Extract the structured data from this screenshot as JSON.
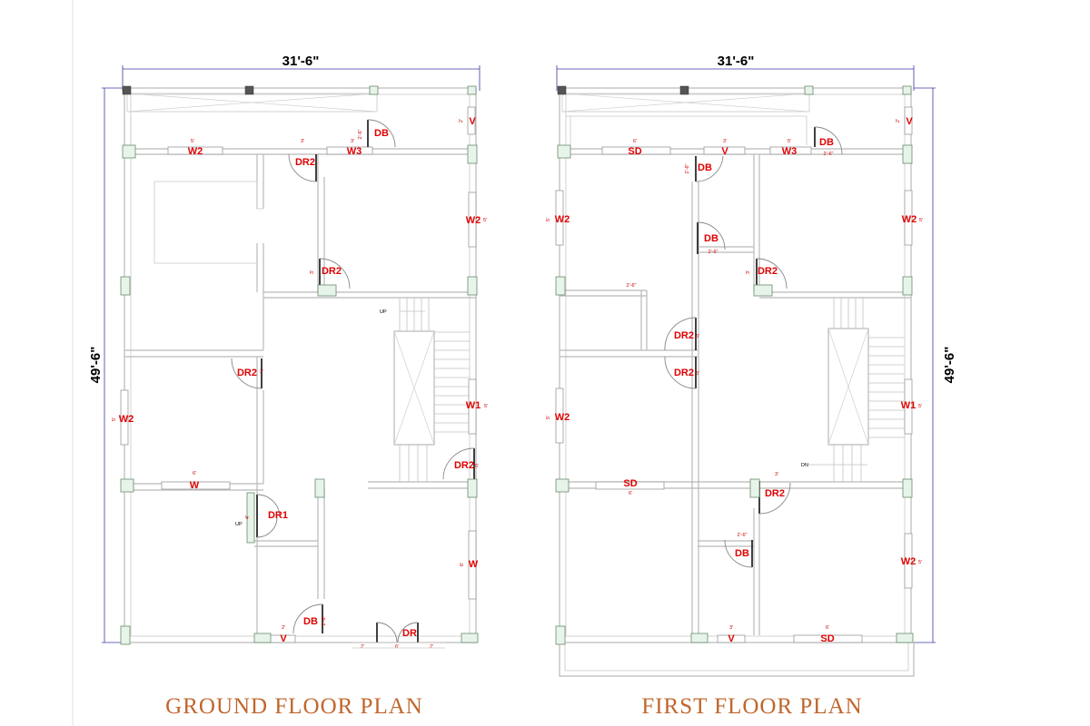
{
  "plans": {
    "ground": {
      "title": "GROUND FLOOR PLAN",
      "width_dim": "31'-6\"",
      "depth_dim": "49'-6\"",
      "labels": {
        "db_top": "DB",
        "dr2_top": "DR2",
        "w2_top": "W2",
        "w3": "W3",
        "v_top": "V",
        "w2_right": "W2",
        "dr2_mid": "DR2",
        "dr2_left": "DR2",
        "w2_left": "W2",
        "w1": "W1",
        "dr2_stair": "DR2",
        "w": "W",
        "dr1": "DR1",
        "w_right": "W",
        "db_bottom": "DB",
        "v_bottom": "V",
        "dr": "DR",
        "up1": "UP",
        "up2": "UP"
      },
      "small": {
        "s_5": "5'",
        "s_3a": "3'",
        "s_3b": "3'",
        "s_2_6": "2'-6\"",
        "s_2v": "2'",
        "s_5r": "5'",
        "s_3m": "3'",
        "s_5l": "5'",
        "s_3dl": "3'",
        "s_6w": "6'",
        "s_4": "4'",
        "s_6r": "6'",
        "s_5w1": "5'",
        "s_5dr": "5'",
        "s_2b": "2'",
        "s_2_6b": "2'-6\"",
        "s_2c": "2'",
        "s_6d": "6'",
        "s_2d": "2'"
      }
    },
    "first": {
      "title": "FIRST FLOOR PLAN",
      "width_dim": "31'-6\"",
      "depth_dim": "49'-6\"",
      "labels": {
        "sd_top": "SD",
        "v_top": "V",
        "w3": "W3",
        "db_top": "DB",
        "v_corner": "V",
        "db_a": "DB",
        "w2_left": "W2",
        "w2_right": "W2",
        "db_b": "DB",
        "dr2_a": "DR2",
        "dr2_b": "DR2",
        "dr2_c": "DR2",
        "w2_left2": "W2",
        "w1": "W1",
        "sd_mid": "SD",
        "dr2_d": "DR2",
        "db_c": "DB",
        "w2_right2": "W2",
        "v_bottom": "V",
        "sd_bottom": "SD",
        "dn": "DN"
      },
      "small": {
        "s_6": "6'",
        "s_3": "3'",
        "s_5": "5'",
        "s_2_6": "2'-6\"",
        "s_2v": "2'",
        "s_2_6a": "2'-6\"",
        "s_5l": "5'",
        "s_5r": "5'",
        "s_2_6b": "2'-6\"",
        "s_3dr": "3'",
        "s_2_6c": "2'-6\"",
        "s_5dra": "5'",
        "s_5drb": "5'",
        "s_5w2": "5'",
        "s_5w1": "5'",
        "s_6sd": "6'",
        "s_3d": "3'",
        "s_2_6d": "2'-6\"",
        "s_5w2b": "5'",
        "s_3v": "3'",
        "s_6sdb": "6'"
      }
    }
  }
}
